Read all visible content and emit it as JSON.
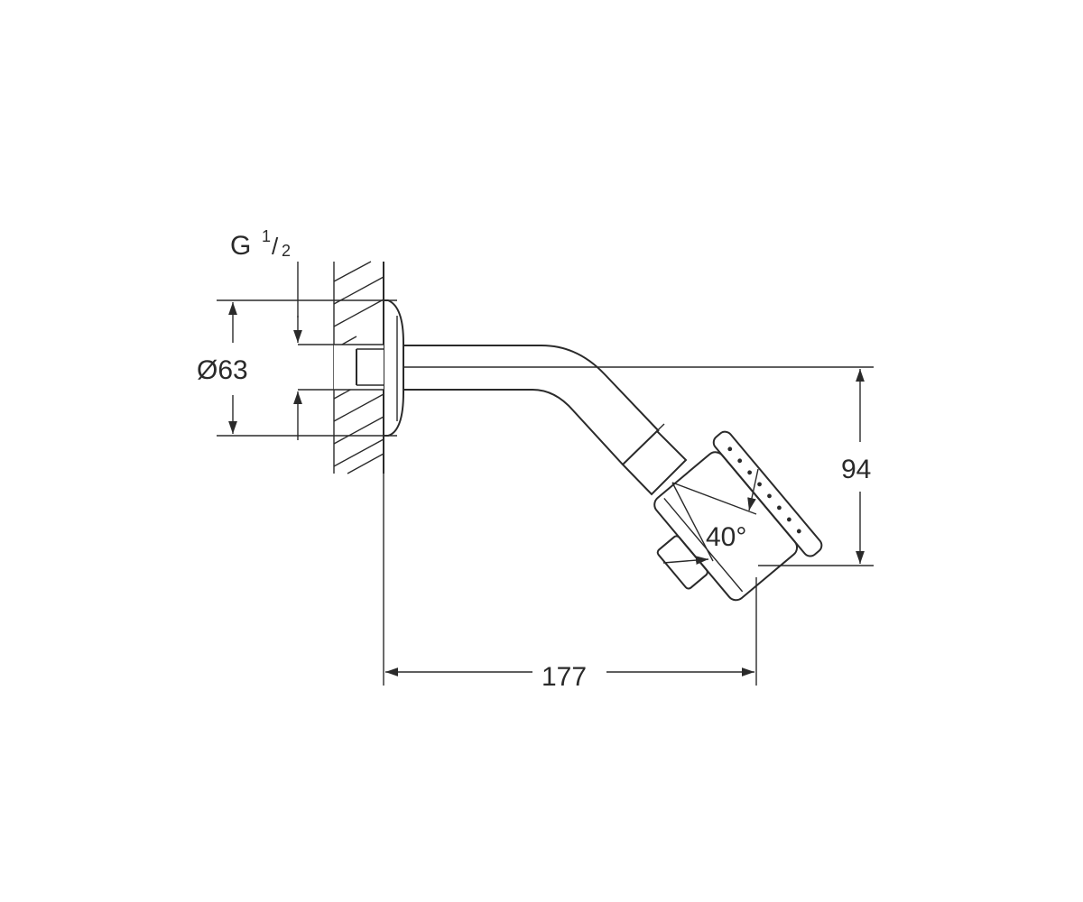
{
  "labels": {
    "thread": "G",
    "thread_frac_num": "1",
    "thread_frac_den": "2",
    "diameter": "Ø63",
    "height": "94",
    "length": "177",
    "angle": "40°"
  },
  "colors": {
    "ink": "#2a2a2a",
    "background": "#ffffff"
  }
}
